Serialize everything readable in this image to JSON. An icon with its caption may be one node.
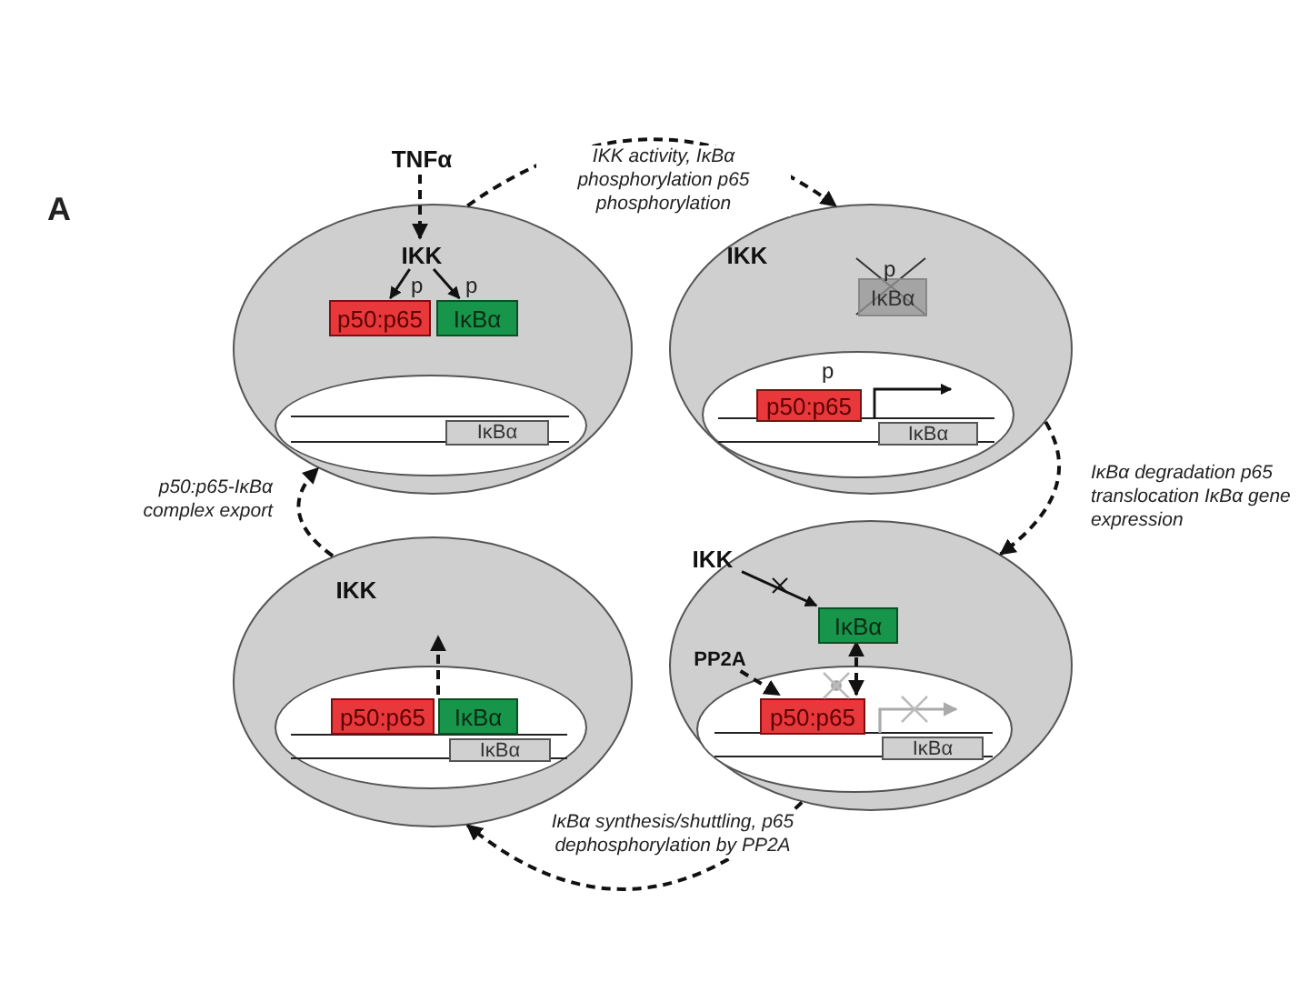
{
  "diagram": {
    "nodes": [
      {
        "text": [
          "TNFα"
        ]
      },
      {
        "text": [],
        "shape": "circle"
      },
      {
        "text": [
          "IKK"
        ],
        "in": 1
      },
      {
        "text": [
          "p50:p65"
        ],
        "in": 1
      },
      {
        "text": [
          "IκBα"
        ],
        "in": 1
      },
      {
        "text": [],
        "shape": "circle",
        "in": 1
      },
      {
        "text": [
          "IκBα"
        ],
        "in": 5
      },
      {
        "text": [],
        "shape": "circle"
      },
      {
        "text": [
          "IKK"
        ],
        "in": 7
      },
      {
        "text": [
          "IκBα"
        ],
        "in": 7
      },
      {
        "text": [],
        "shape": "circle",
        "in": 7
      },
      {
        "text": [
          "p50:p65"
        ],
        "in": 10
      },
      {
        "text": [
          "IκBα"
        ],
        "in": 10
      },
      {
        "text": [],
        "shape": "circle"
      },
      {
        "text": [
          "IKK"
        ],
        "in": 13
      },
      {
        "text": [],
        "shape": "circle",
        "in": 13
      },
      {
        "text": [
          "p50:p65"
        ],
        "in": 15
      },
      {
        "text": [
          "IκBα"
        ],
        "in": 15
      },
      {
        "text": [
          "IκBα"
        ],
        "in": 15
      },
      {
        "text": [],
        "shape": "circle"
      },
      {
        "text": [
          "IKK"
        ],
        "in": 19
      },
      {
        "text": [
          "IκBα"
        ],
        "in": 19
      },
      {
        "text": [
          "PP2A"
        ],
        "in": 19
      },
      {
        "text": [],
        "shape": "circle",
        "in": 19
      },
      {
        "text": [
          "p50:p65"
        ],
        "in": 23
      },
      {
        "text": [
          "IκBα"
        ],
        "in": 23
      }
    ],
    "edges": [
      {
        "from": 0,
        "to": 2,
        "arrow": "to",
        "style": "dashed"
      },
      {
        "from": 2,
        "to": 3,
        "arrow": "to"
      },
      {
        "from": 2,
        "to": 4,
        "arrow": "to"
      },
      {
        "from": 1,
        "to": 7,
        "arrow": "to",
        "style": "dashed",
        "label": "IKK activity, IκBα phosphorylation p65 phosphorylation"
      },
      {
        "from": 7,
        "to": 19,
        "arrow": "to",
        "style": "dashed",
        "label": "IκBα degradation p65 translocation IκBα gene expression"
      },
      {
        "from": 19,
        "to": 13,
        "arrow": "to",
        "style": "dashed",
        "label": "IκBα synthesis/shuttling, p65 dephosphorylation by PP2A"
      },
      {
        "from": 13,
        "to": 1,
        "arrow": "to",
        "style": "dashed",
        "label": "p50:p65-IκBα complex export"
      },
      {
        "from": 17,
        "to": null,
        "arrow": "to",
        "style": "dashed"
      },
      {
        "from": 20,
        "to": 21,
        "arrow": "to"
      },
      {
        "from": 22,
        "to": 24,
        "arrow": "to",
        "style": "dashed"
      },
      {
        "from": 21,
        "to": 24,
        "arrow": "both",
        "style": "dashed"
      }
    ],
    "labels": [
      "A",
      "p",
      "p",
      "p",
      "p"
    ]
  }
}
